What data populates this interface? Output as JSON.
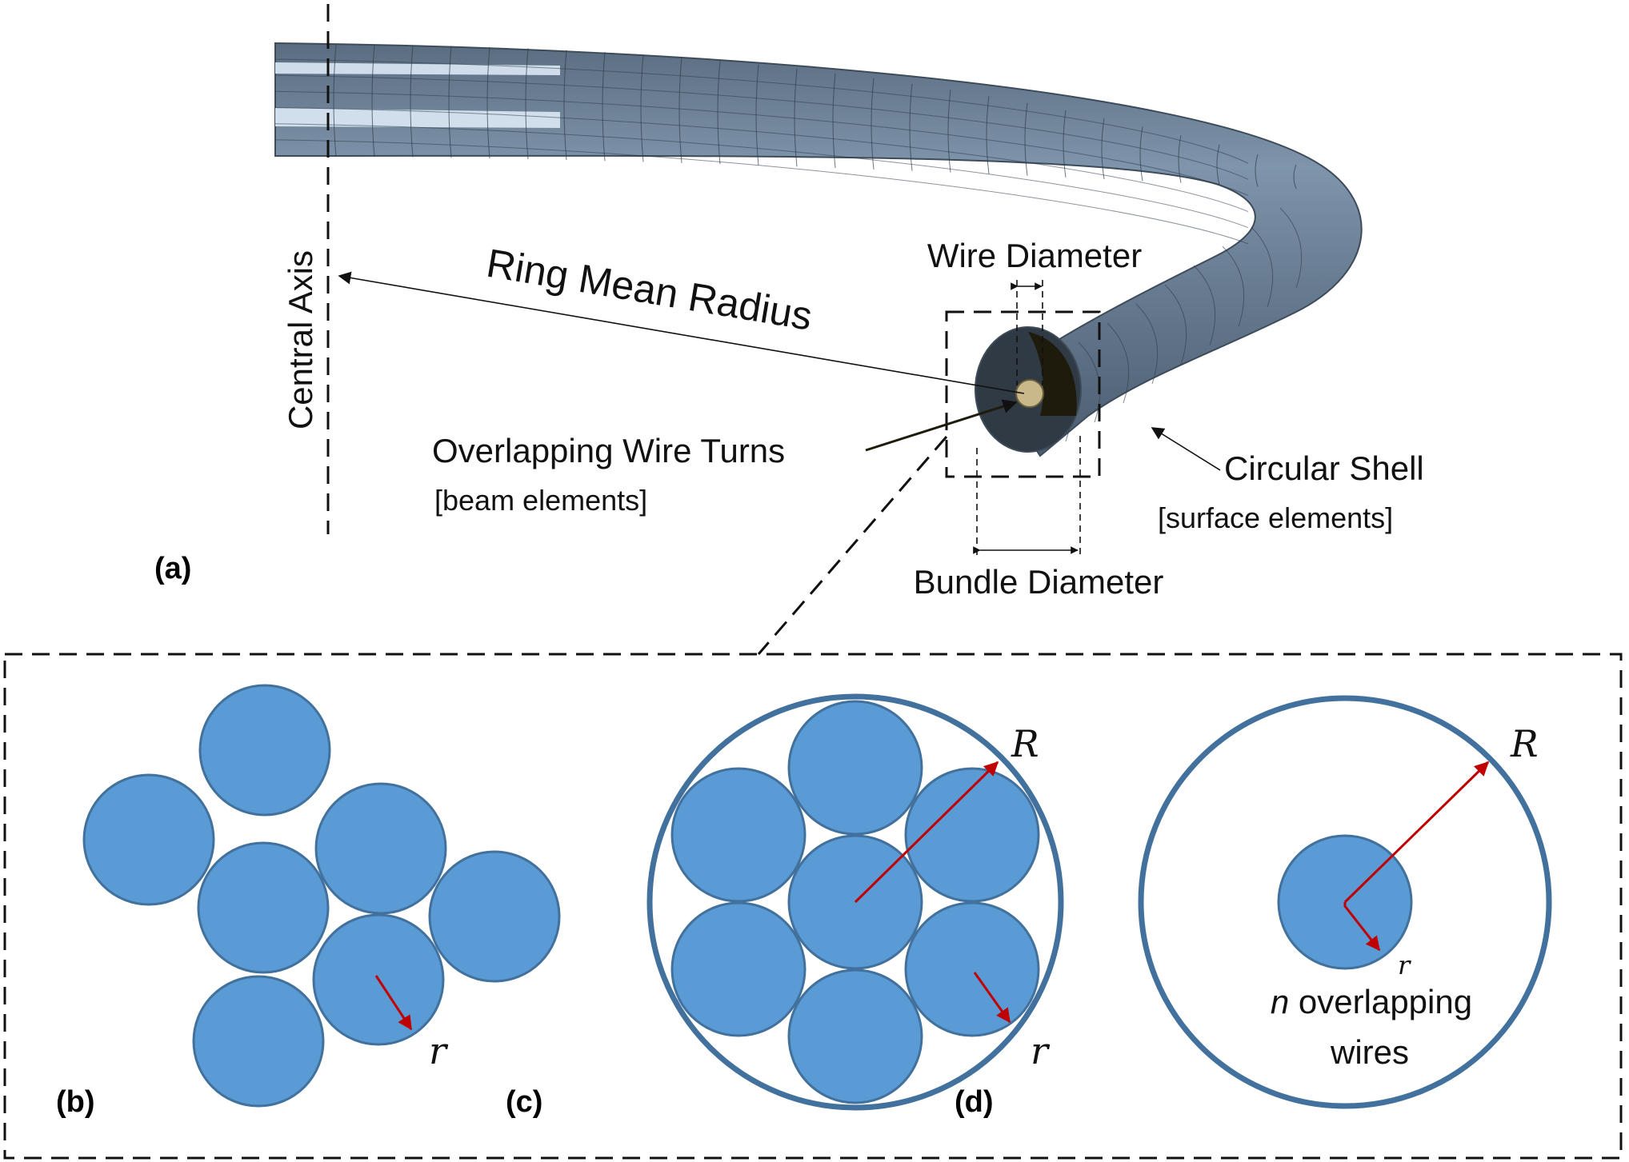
{
  "panel_a": {
    "tag": "(a)",
    "central_axis": "Central Axis",
    "ring_mean_radius": "Ring Mean Radius",
    "wire_diameter": "Wire Diameter",
    "overlapping_title": "Overlapping Wire Turns",
    "overlapping_sub": "[beam elements]",
    "shell_title": "Circular Shell",
    "shell_sub": "[surface elements]",
    "bundle_diameter": "Bundle Diameter"
  },
  "panel_b": {
    "tag": "(b)",
    "r_label": "r"
  },
  "panel_c": {
    "tag": "(c)",
    "R_label": "R",
    "r_label": "r"
  },
  "panel_d": {
    "tag": "(d)",
    "R_label": "R",
    "r_label": "r",
    "n_label": "n",
    "caption_line1": " overlapping",
    "caption_line2": "wires"
  },
  "colors": {
    "wire_fill": "#5b9bd5",
    "wire_stroke": "#41719c",
    "radius_arrow": "#c00000",
    "torus_mesh": "#5f7288"
  }
}
